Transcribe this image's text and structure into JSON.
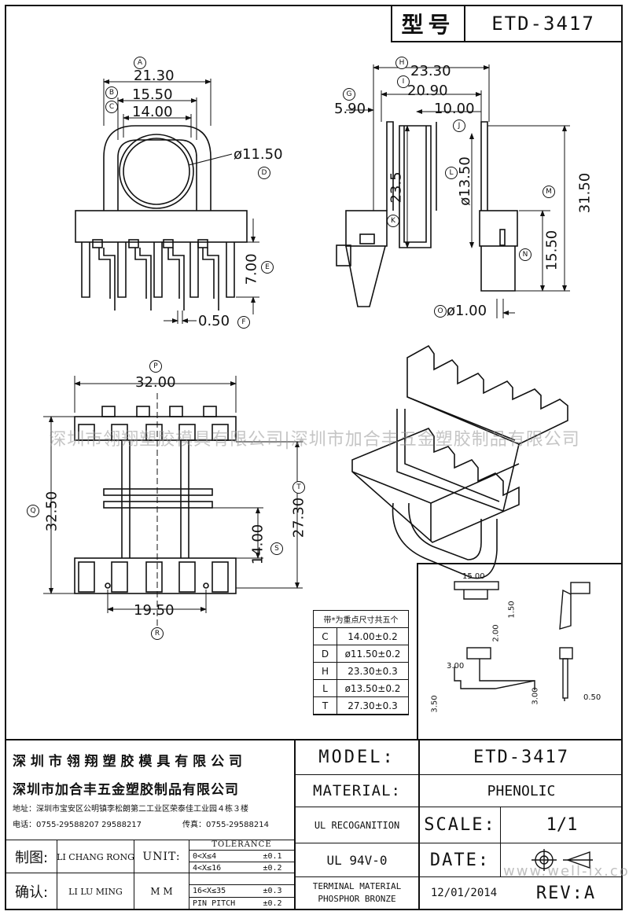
{
  "header": {
    "type_label": "型号",
    "model_code": "ETD-3417"
  },
  "top_left_view": {
    "dims": {
      "a": "21.30",
      "b": "15.50",
      "c": "14.00",
      "d": "ø11.50",
      "e": "7.00",
      "f": "0.50"
    },
    "circle_labels": {
      "a": "A",
      "b": "B",
      "c": "C",
      "d": "D",
      "e": "E",
      "f": "F"
    }
  },
  "top_right_view": {
    "dims": {
      "h": "23.30",
      "g": "5.90",
      "i": "20.90",
      "j": "10.00",
      "l": "ø13.50",
      "k": "23.5",
      "m": "31.50",
      "n": "15.50",
      "o": "ø1.00"
    },
    "circle_labels": {
      "h": "H",
      "g": "G",
      "i": "I",
      "j": "J",
      "l": "L",
      "k": "K",
      "m": "M",
      "n": "N",
      "o": "O"
    }
  },
  "bottom_view": {
    "dims": {
      "p": "32.00",
      "q": "32.50",
      "t": "27.30",
      "s": "14.00",
      "r": "19.50"
    },
    "circle_labels": {
      "p": "P",
      "q": "Q",
      "t": "T",
      "s": "S",
      "r": "R"
    }
  },
  "watermark": "深圳市翎翔塑胶模具有限公司|深圳市加合丰五金塑胶制品有限公司",
  "key_dims_table": {
    "title": "带*为重点尺寸共五个",
    "rows": [
      {
        "key": "C",
        "value": "14.00±0.2"
      },
      {
        "key": "D",
        "value": "ø11.50±0.2"
      },
      {
        "key": "H",
        "value": "23.30±0.3"
      },
      {
        "key": "L",
        "value": "ø13.50±0.2"
      },
      {
        "key": "T",
        "value": "27.30±0.3"
      }
    ]
  },
  "pin_detail": {
    "d1": "15.00",
    "d2": "1.50",
    "d3": "2.00",
    "d4": "3.00",
    "d5": "3.50",
    "d6": "3.00",
    "d7": "0.50"
  },
  "title_block": {
    "company1": "深 圳 市 翎 翔 塑 胶 模 具 有 限 公 司",
    "company2": "深圳市加合丰五金塑胶制品有限公司",
    "address": "地址：深圳市宝安区公明镇李松朗第二工业区荣泰佳工业园４栋３楼",
    "phone": "电话：0755-29588207  29588217",
    "fax": "传真：0755-29588214",
    "model_label": "MODEL:",
    "model_value": "ETD-3417",
    "material_label": "MATERIAL:",
    "material_value": "PHENOLIC",
    "ul_label": "UL RECOGANITION",
    "ul_value": "UL 94V-0",
    "scale_label": "SCALE:",
    "scale_value": "1/1",
    "date_label": "DATE:",
    "date_value": "12/01/2014",
    "rev_label": "REV:A",
    "terminal_label1": "TERMINAL MATERIAL",
    "terminal_label2": "PHOSPHOR  BRONZE",
    "drawn_label": "制图:",
    "drawn_name": "LI CHANG RONG",
    "check_label": "确认:",
    "check_name": "LI LU MING",
    "unit_label": "UNIT:",
    "unit_value": "M M",
    "tolerance_title": "TOLERANCE",
    "tol_rows": [
      {
        "range": "0<X≤4",
        "tol": "±0.1"
      },
      {
        "range": "4<X≤16",
        "tol": "±0.2"
      },
      {
        "range": "16<X≤35",
        "tol": "±0.3"
      },
      {
        "range": "PIN PITCH",
        "tol": "±0.2"
      }
    ],
    "website": "www.well-lx.com"
  }
}
